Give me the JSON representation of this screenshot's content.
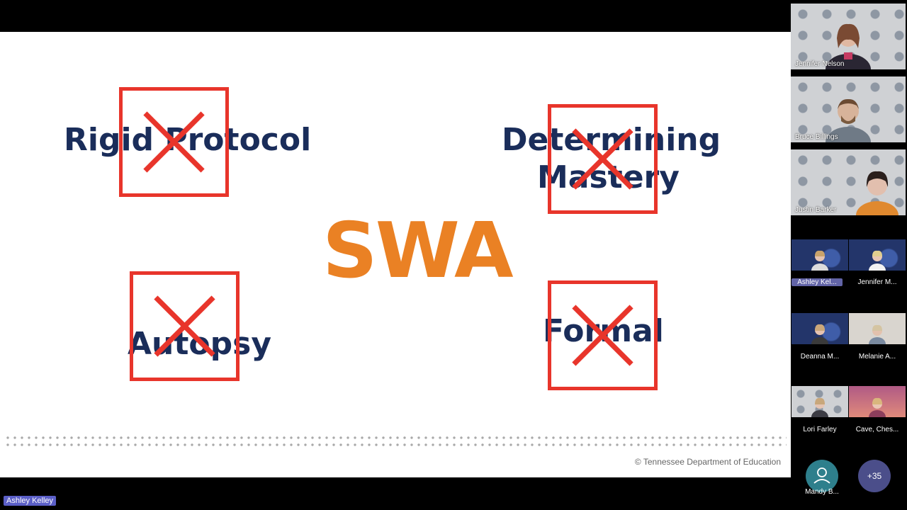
{
  "slide": {
    "terms": {
      "rigid_protocol": "Rigid Protocol",
      "determining_mastery_line1": "Determining",
      "determining_mastery_line2": "Mastery",
      "autopsy": "Autopsy",
      "formal": "Formal"
    },
    "center_title": "SWA",
    "copyright": "© Tennessee Department of Education",
    "colors": {
      "navy": "#1a2d5a",
      "orange": "#ea8124",
      "red": "#e8352b"
    }
  },
  "presenter_tag": "Ashley Kelley",
  "participants": {
    "tiles": [
      {
        "name": "Jennifer  Nelson"
      },
      {
        "name": "Bruce Billings"
      },
      {
        "name": "Justin  Barker"
      }
    ],
    "grid": [
      {
        "name": "Ashley Kel...",
        "active": true
      },
      {
        "name": "Jennifer M..."
      },
      {
        "name": "Deanna M..."
      },
      {
        "name": "Melanie A..."
      },
      {
        "name": "Lori Farley"
      },
      {
        "name": "Cave, Ches..."
      }
    ],
    "avatar_name": "Mandy B...",
    "more_count": "+35"
  }
}
